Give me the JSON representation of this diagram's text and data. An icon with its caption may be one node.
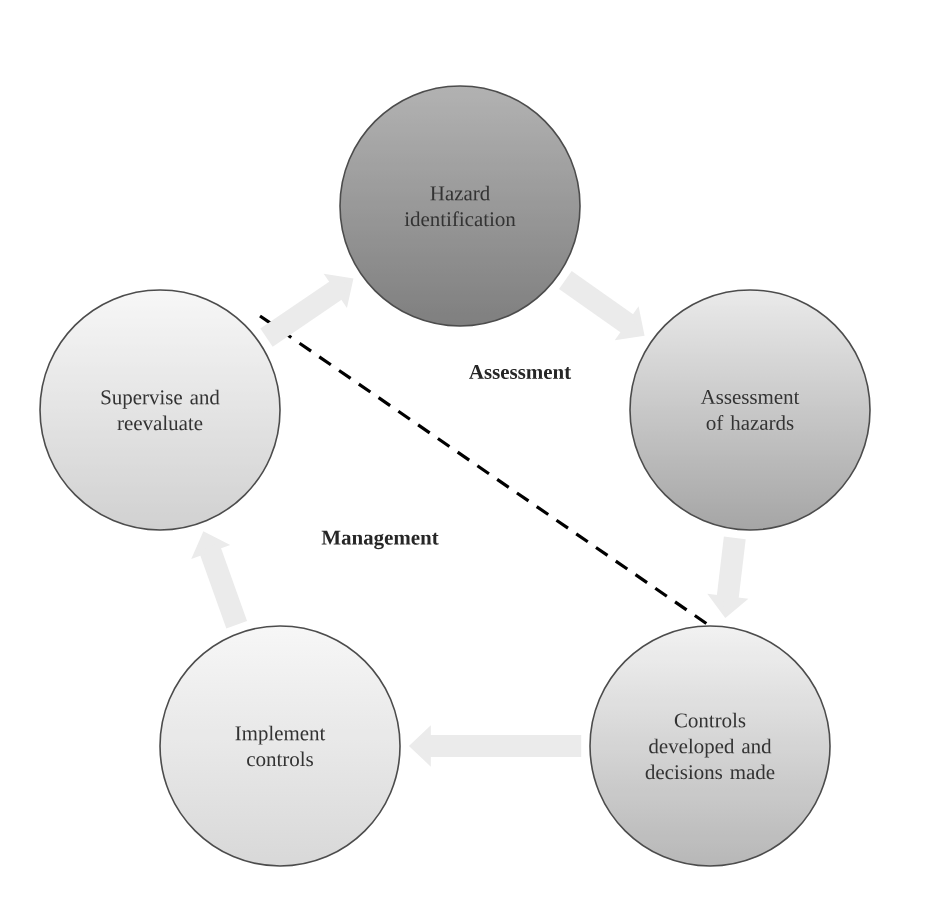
{
  "diagram": {
    "nodes": [
      {
        "text": [
          "Hazard identification"
        ]
      },
      {
        "text": [
          "Assessment of hazards"
        ]
      },
      {
        "text": [
          "Controls developed and decisions made"
        ]
      },
      {
        "text": [
          "Implement controls"
        ]
      },
      {
        "text": [
          "Supervise and reevaluate"
        ]
      }
    ],
    "edges": [
      {
        "from": 0,
        "to": 1,
        "arrow": "to"
      },
      {
        "from": 1,
        "to": 2,
        "arrow": "to"
      },
      {
        "from": 2,
        "to": 3,
        "arrow": "to"
      },
      {
        "from": 3,
        "to": 4,
        "arrow": "to"
      },
      {
        "from": 4,
        "to": 0,
        "arrow": "to"
      }
    ],
    "labels": [
      "Assessment",
      "Management"
    ]
  }
}
